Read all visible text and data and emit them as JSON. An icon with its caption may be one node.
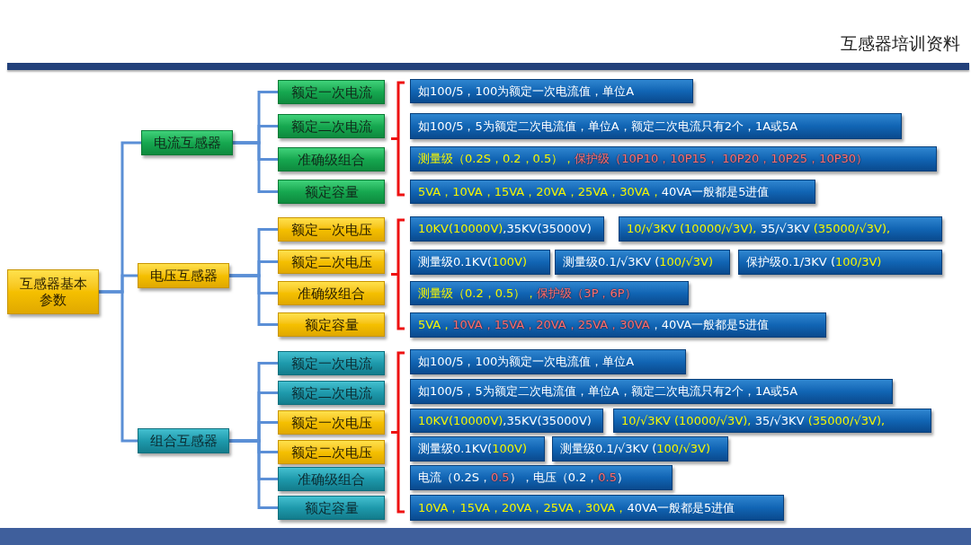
{
  "diagram": {
    "title": "互感器培训资料",
    "nodes": [
      {
        "text": [
          "互感器基本参数"
        ]
      },
      {
        "text": [
          "电流互感器"
        ]
      },
      {
        "text": [
          "额定一次电流"
        ]
      },
      {
        "text": [
          "额定二次电流"
        ]
      },
      {
        "text": [
          "准确级组合"
        ]
      },
      {
        "text": [
          "额定容量"
        ]
      },
      {
        "text": [
          "如100/5，100为额定一次电流值，单位A"
        ]
      },
      {
        "text": [
          "如100/5，5为额定二次电流值，单位A，额定二次电流只有2个，1A或5A"
        ]
      },
      {
        "text": [
          "测量级（0.2S，0.2，0.5），",
          "保护级（10P10，10P15， 10P20，10P25，10P30）"
        ]
      },
      {
        "text": [
          "5VA，10VA，15VA，20VA，25VA，30VA，",
          "40VA一般都是5进值"
        ]
      },
      {
        "text": [
          "电压互感器"
        ]
      },
      {
        "text": [
          "额定一次电压"
        ]
      },
      {
        "text": [
          "额定二次电压"
        ]
      },
      {
        "text": [
          "准确级组合"
        ]
      },
      {
        "text": [
          "额定容量"
        ]
      },
      {
        "text": [
          "10KV(10000V)",
          ",35KV(35000V)"
        ]
      },
      {
        "text": [
          "10/√3KV (10000/√3V),",
          " 35/√3KV",
          " (35000/√3V),"
        ]
      },
      {
        "text": [
          "测量级0.1KV(",
          "100V)"
        ]
      },
      {
        "text": [
          "测量级0.1/√3KV (",
          "100/√3V)"
        ]
      },
      {
        "text": [
          "保护级0.1/3KV (",
          "100/3V)"
        ]
      },
      {
        "text": [
          "测量级（0.2，0.5），",
          "保护级（3P，6P）"
        ]
      },
      {
        "text": [
          "5VA，",
          "10VA，15VA，20VA，25VA，30VA",
          "，40VA一般都是5进值"
        ]
      },
      {
        "text": [
          "组合互感器"
        ]
      },
      {
        "text": [
          "额定一次电流"
        ]
      },
      {
        "text": [
          "额定二次电流"
        ]
      },
      {
        "text": [
          "额定一次电压"
        ]
      },
      {
        "text": [
          "额定二次电压"
        ]
      },
      {
        "text": [
          "准确级组合"
        ]
      },
      {
        "text": [
          "额定容量"
        ]
      },
      {
        "text": [
          "如100/5，100为额定一次电流值，单位A"
        ]
      },
      {
        "text": [
          "如100/5，5为额定二次电流值，单位A，额定二次电流只有2个，1A或5A"
        ]
      },
      {
        "text": [
          "10KV(10000V)",
          ",35KV(35000V)"
        ]
      },
      {
        "text": [
          "10/√3KV (10000/√3V),",
          " 35/√3KV",
          " (35000/√3V),"
        ]
      },
      {
        "text": [
          "测量级0.1KV(",
          "100V)"
        ]
      },
      {
        "text": [
          "测量级0.1/√3KV (",
          "100/√3V)"
        ]
      },
      {
        "text": [
          "电流（0.2S，",
          "0.5",
          "），电压（0.2，",
          "0.5",
          "）"
        ]
      },
      {
        "text": [
          "10VA，15VA，20VA，25VA，30VA，",
          "40VA一般都是5进值"
        ]
      }
    ],
    "edges": [
      {
        "from": 0,
        "to": 1,
        "arrow": "none"
      },
      {
        "from": 0,
        "to": 10,
        "arrow": "none"
      },
      {
        "from": 0,
        "to": 22,
        "arrow": "none"
      },
      {
        "from": 1,
        "to": 2,
        "arrow": "none"
      },
      {
        "from": 1,
        "to": 3,
        "arrow": "none"
      },
      {
        "from": 1,
        "to": 4,
        "arrow": "none"
      },
      {
        "from": 1,
        "to": 5,
        "arrow": "none"
      },
      {
        "from": 10,
        "to": 11,
        "arrow": "none"
      },
      {
        "from": 10,
        "to": 12,
        "arrow": "none"
      },
      {
        "from": 10,
        "to": 13,
        "arrow": "none"
      },
      {
        "from": 10,
        "to": 14,
        "arrow": "none"
      },
      {
        "from": 22,
        "to": 23,
        "arrow": "none"
      },
      {
        "from": 22,
        "to": 24,
        "arrow": "none"
      },
      {
        "from": 22,
        "to": 25,
        "arrow": "none"
      },
      {
        "from": 22,
        "to": 26,
        "arrow": "none"
      },
      {
        "from": 22,
        "to": 27,
        "arrow": "none"
      },
      {
        "from": 22,
        "to": 28,
        "arrow": "none"
      }
    ]
  }
}
